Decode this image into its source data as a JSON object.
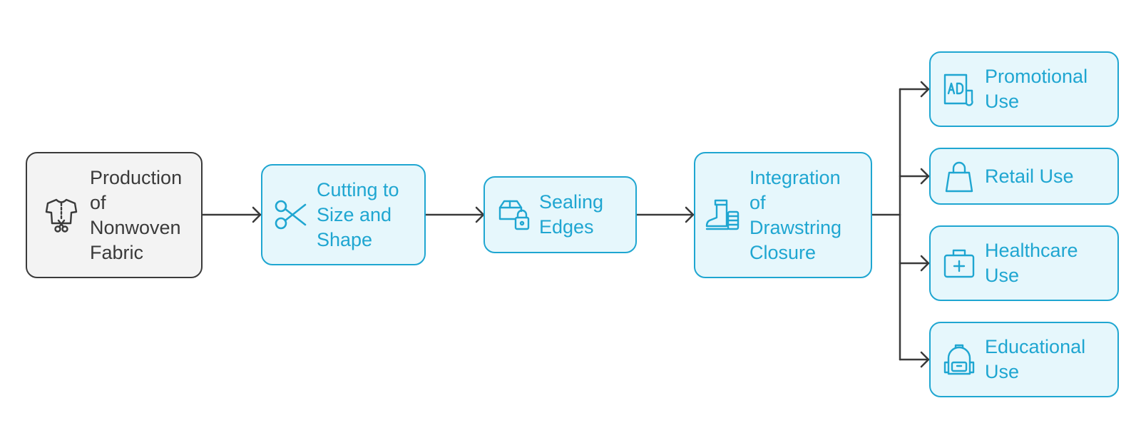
{
  "colors": {
    "accent": "#1fa6d1",
    "accent_fill": "#e6f7fc",
    "start_fill": "#f3f3f3",
    "start_stroke": "#3a3a3a",
    "connector": "#3a3a3a"
  },
  "nodes": {
    "production": {
      "label": "Production\nof\nNonwoven\nFabric",
      "icon": "shirt-scissors-icon"
    },
    "cutting": {
      "label": "Cutting to\nSize and\nShape",
      "icon": "scissors-icon"
    },
    "sealing": {
      "label": "Sealing\nEdges",
      "icon": "box-lock-icon"
    },
    "drawstring": {
      "label": "Integration\nof\nDrawstring\nClosure",
      "icon": "boot-spool-icon"
    },
    "promotional": {
      "label": "Promotional\nUse",
      "icon": "ad-icon"
    },
    "retail": {
      "label": "Retail Use",
      "icon": "shopping-bag-icon"
    },
    "healthcare": {
      "label": "Healthcare\nUse",
      "icon": "medical-kit-icon"
    },
    "educational": {
      "label": "Educational\nUse",
      "icon": "backpack-icon"
    }
  },
  "edges": [
    [
      "production",
      "cutting"
    ],
    [
      "cutting",
      "sealing"
    ],
    [
      "sealing",
      "drawstring"
    ],
    [
      "drawstring",
      "promotional"
    ],
    [
      "drawstring",
      "retail"
    ],
    [
      "drawstring",
      "healthcare"
    ],
    [
      "drawstring",
      "educational"
    ]
  ]
}
